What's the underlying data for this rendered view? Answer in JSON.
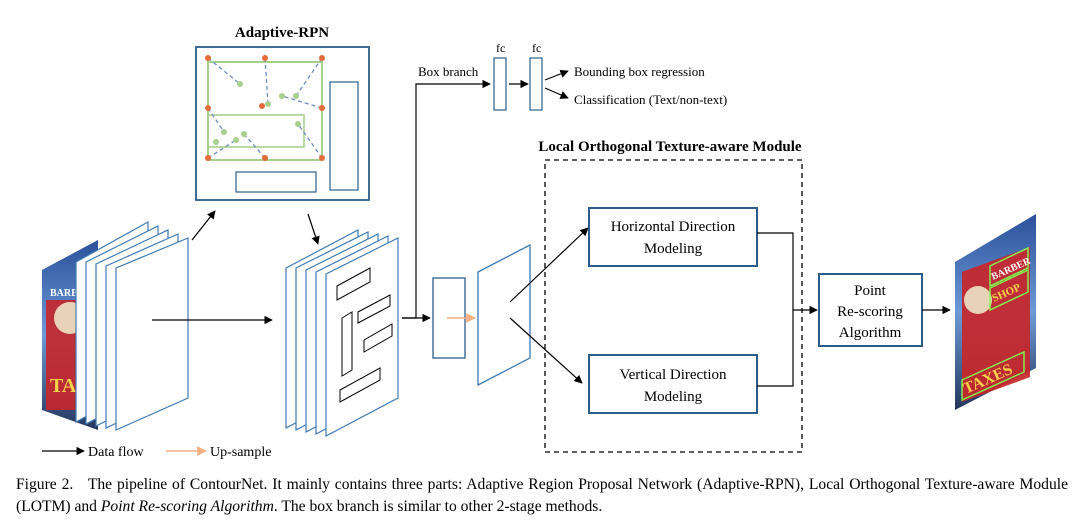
{
  "figure": {
    "adaptive_rpn_title": "Adaptive-RPN",
    "box_branch_label": "Box branch",
    "fc1_label": "fc",
    "fc2_label": "fc",
    "bbox_regression_label": "Bounding box regression",
    "classification_label": "Classification (Text/non-text)",
    "lotm_title": "Local Orthogonal Texture-aware Module",
    "horizontal_line1": "Horizontal Direction",
    "horizontal_line2": "Modeling",
    "vertical_line1": "Vertical Direction",
    "vertical_line2": "Modeling",
    "rescoring_line1": "Point",
    "rescoring_line2": "Re-scoring",
    "rescoring_line3": "Algorithm",
    "legend_dataflow": "Data flow",
    "legend_upsample": "Up-sample",
    "input_sign_text_top": "BARBER",
    "input_sign_text_bottom": "TAXES",
    "output_sign_text_top": "BARBER",
    "output_sign_text_mid": "SHOP",
    "output_sign_text_bottom": "TAXES"
  },
  "caption": {
    "label": "Figure 2.",
    "text1": "The pipeline of ContourNet. It mainly contains three parts: Adaptive Region Proposal Network (Adaptive-RPN), Local Orthogonal Texture-aware Module (LOTM) and ",
    "italic": "Point Re-scoring Algorithm",
    "text2": ". The box branch is similar to other 2-stage methods."
  },
  "colors": {
    "box_blue": "#2b5d8c",
    "layer_blue": "#3d7ab5",
    "rpn_green": "#a8d08d",
    "rpn_orange": "#e36c3a",
    "rpn_dash": "#6d8fc2",
    "upsample_arrow": "#f4b183"
  }
}
